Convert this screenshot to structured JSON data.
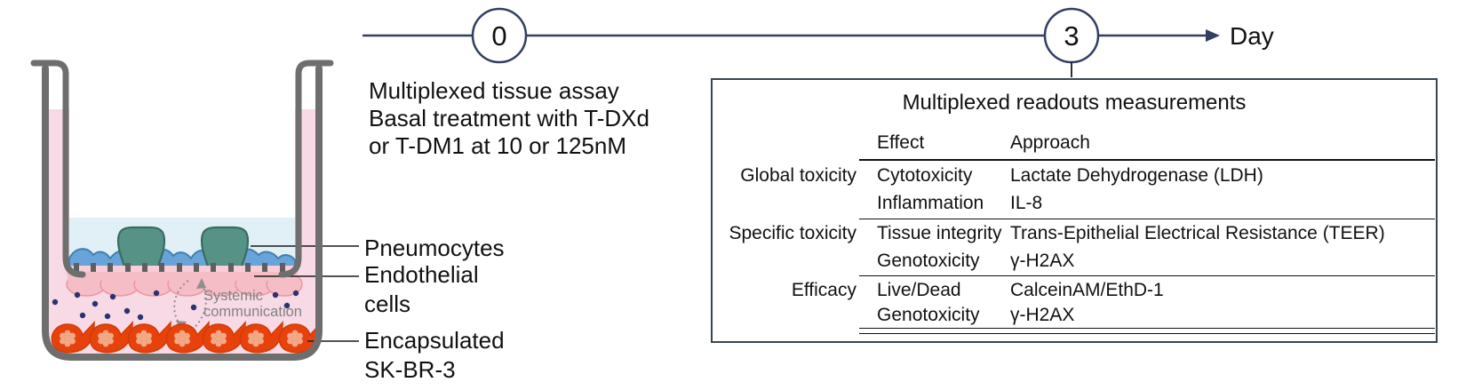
{
  "timeline": {
    "day0_label": "0",
    "day3_label": "3",
    "axis_label": "Day"
  },
  "annotation": {
    "line1": "Multiplexed tissue assay",
    "line2": "Basal treatment with T-DXd",
    "line3": "or T-DM1 at 10 or 125nM"
  },
  "well": {
    "systemic_line1": "Systemic",
    "systemic_line2": "communication",
    "label_pneumocytes": "Pneumocytes",
    "label_endothelial_line1": "Endothelial",
    "label_endothelial_line2": "cells",
    "label_encapsulated_line1": "Encapsulated",
    "label_encapsulated_line2": "SK-BR-3"
  },
  "readouts": {
    "title": "Multiplexed readouts measurements",
    "col_effect": "Effect",
    "col_approach": "Approach",
    "groups": [
      "Global toxicity",
      "Specific toxicity",
      "Efficacy"
    ],
    "rows": [
      {
        "effect": "Cytotoxicity",
        "approach": "Lactate Dehydrogenase (LDH)"
      },
      {
        "effect": "Inflammation",
        "approach": "IL-8"
      },
      {
        "effect": "Tissue integrity",
        "approach": "Trans-Epithelial Electrical Resistance (TEER)"
      },
      {
        "effect": "Genotoxicity",
        "approach": "γ-H2AX"
      },
      {
        "effect": "Live/Dead",
        "approach": "CalceinAM/EthD-1"
      },
      {
        "effect": "Genotoxicity",
        "approach": "γ-H2AX"
      }
    ]
  },
  "colors": {
    "timeline_navy": "#333e63",
    "well_wall_gray": "#6e6e6e",
    "basal_media_pink": "#f8dae6",
    "apical_media_blue": "#e1eff6",
    "epithelium_blue": "#68a3d9",
    "pneumocyte_teal": "#579287",
    "membrane_pink": "#f9cdd5",
    "endothelial_pink": "#f5bdc6",
    "sk_br_3_orange": "#e8420c",
    "mediator_dot_navy": "#2c3270",
    "systemic_text_gray": "#838383",
    "table_border": "#36454f"
  }
}
